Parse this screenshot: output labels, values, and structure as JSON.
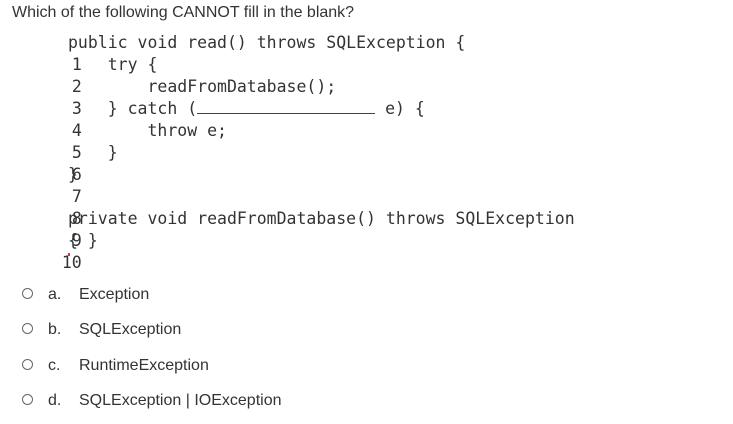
{
  "question": "Which of the following CANNOT fill in the blank?",
  "code": {
    "lines": [
      {
        "num": "1",
        "text": "public void read() throws SQLException {"
      },
      {
        "num": "2",
        "text": "    try {"
      },
      {
        "num": "3",
        "text": "        readFromDatabase();"
      },
      {
        "num": "4",
        "text_before": "    } catch (",
        "text_after": " e) {"
      },
      {
        "num": "5",
        "text": "        throw e;"
      },
      {
        "num": "6",
        "text": "    }"
      },
      {
        "num": "7",
        "text": "}"
      },
      {
        "num": "8",
        "text": ""
      },
      {
        "num": "9",
        "text": "private void readFromDatabase() throws SQLException"
      },
      {
        "num": "10",
        "text": "{ }"
      }
    ]
  },
  "options": [
    {
      "letter": "a.",
      "text": "Exception"
    },
    {
      "letter": "b.",
      "text": "SQLException"
    },
    {
      "letter": "c.",
      "text": "RuntimeException"
    },
    {
      "letter": "d.",
      "text": "SQLException | IOException"
    }
  ]
}
